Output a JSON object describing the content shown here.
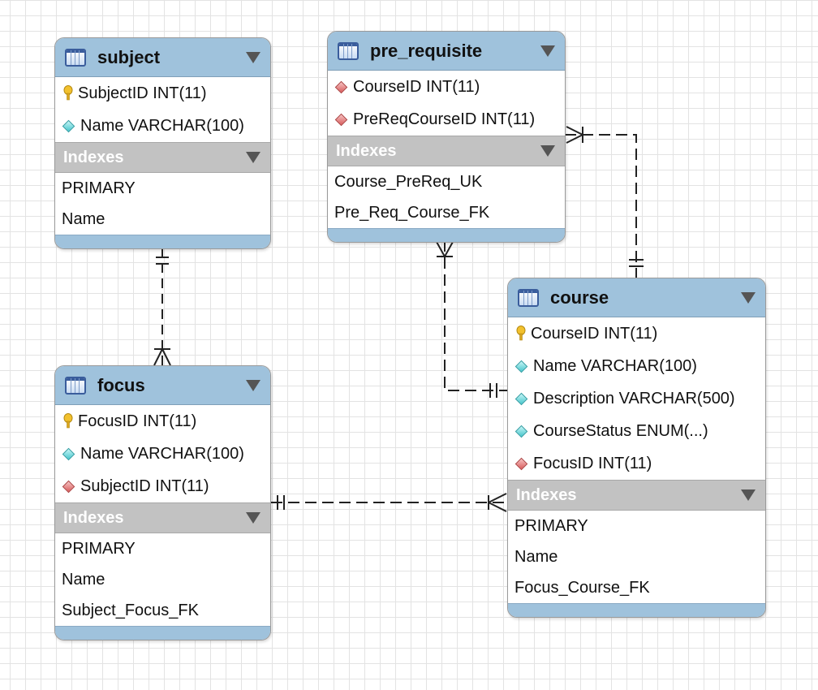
{
  "tables": {
    "subject": {
      "title": "subject",
      "columns": [
        {
          "text": "SubjectID INT(11)",
          "icon": "primary-key-icon"
        },
        {
          "text": "Name VARCHAR(100)",
          "icon": "column-icon"
        }
      ],
      "indexes_label": "Indexes",
      "indexes": [
        "PRIMARY",
        "Name"
      ]
    },
    "pre_requisite": {
      "title": "pre_requisite",
      "columns": [
        {
          "text": "CourseID INT(11)",
          "icon": "foreign-key-icon"
        },
        {
          "text": "PreReqCourseID INT(11)",
          "icon": "foreign-key-icon"
        }
      ],
      "indexes_label": "Indexes",
      "indexes": [
        "Course_PreReq_UK",
        "Pre_Req_Course_FK"
      ]
    },
    "focus": {
      "title": "focus",
      "columns": [
        {
          "text": "FocusID INT(11)",
          "icon": "primary-key-icon"
        },
        {
          "text": "Name VARCHAR(100)",
          "icon": "column-icon"
        },
        {
          "text": "SubjectID INT(11)",
          "icon": "foreign-key-icon"
        }
      ],
      "indexes_label": "Indexes",
      "indexes": [
        "PRIMARY",
        "Name",
        "Subject_Focus_FK"
      ]
    },
    "course": {
      "title": "course",
      "columns": [
        {
          "text": "CourseID INT(11)",
          "icon": "primary-key-icon"
        },
        {
          "text": "Name VARCHAR(100)",
          "icon": "column-icon"
        },
        {
          "text": "Description VARCHAR(500)",
          "icon": "column-icon"
        },
        {
          "text": "CourseStatus ENUM(...)",
          "icon": "column-icon"
        },
        {
          "text": "FocusID INT(11)",
          "icon": "foreign-key-icon"
        }
      ],
      "indexes_label": "Indexes",
      "indexes": [
        "PRIMARY",
        "Name",
        "Focus_Course_FK"
      ]
    }
  },
  "colors": {
    "header": "#9fc2dc",
    "index_header": "#c2c2c2",
    "connector": "#222222"
  }
}
